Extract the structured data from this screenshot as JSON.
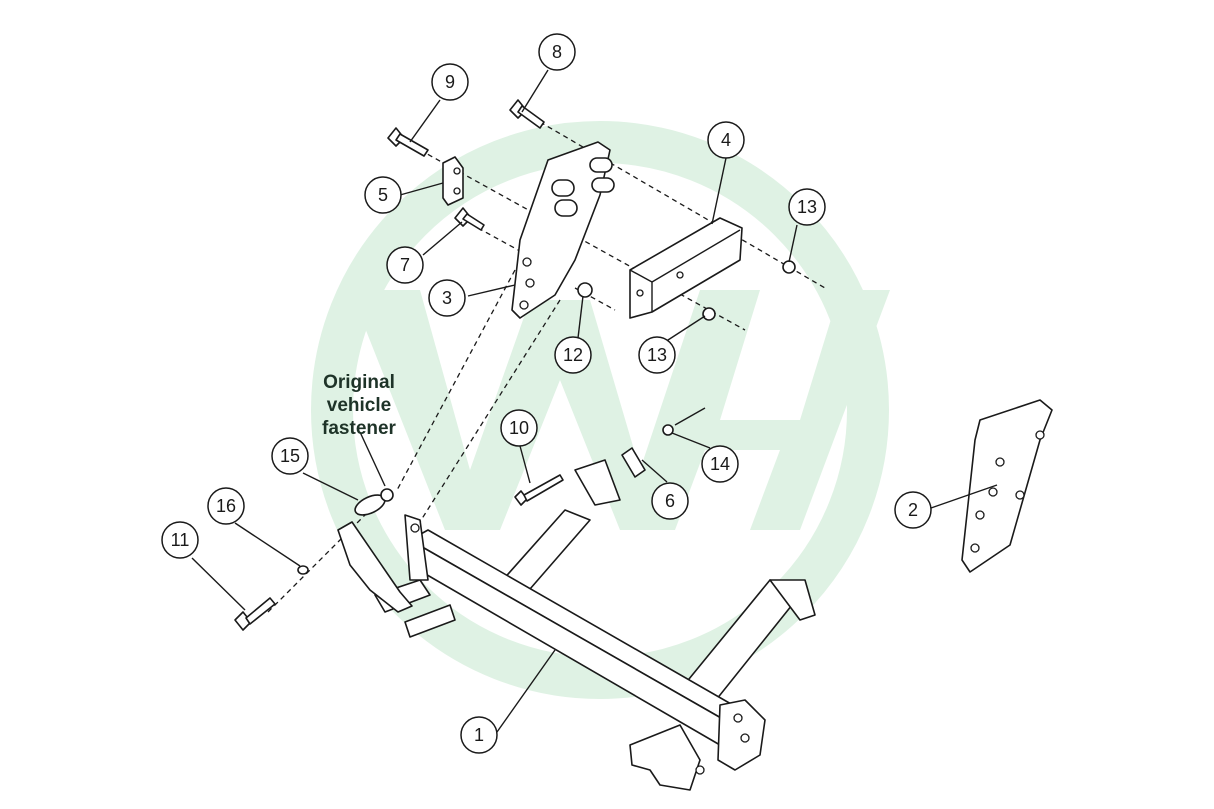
{
  "watermark": {
    "color": "#dff2e4",
    "name": "wh-logo-watermark"
  },
  "note": {
    "lines": [
      "Original",
      "vehicle",
      "fastener"
    ]
  },
  "callouts": [
    "1",
    "2",
    "3",
    "4",
    "5",
    "6",
    "7",
    "8",
    "9",
    "10",
    "11",
    "12",
    "13",
    "13",
    "14",
    "15",
    "16"
  ]
}
